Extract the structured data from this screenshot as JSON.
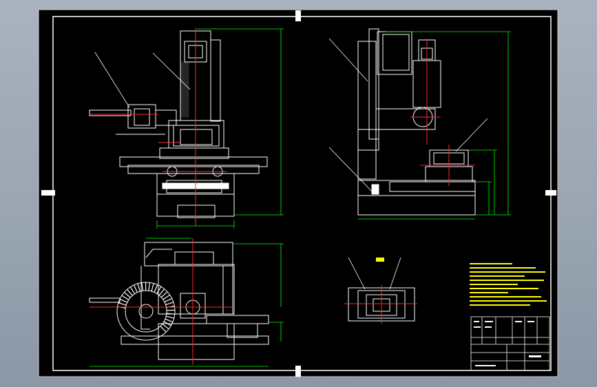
{
  "viewport": {
    "background": "#9aa5b2",
    "sheet_color": "#000000",
    "line_color": "#ffffff",
    "centerline_color": "#ff2a2a",
    "dimension_color": "#00ff00",
    "note_color": "#ffff00"
  },
  "views": {
    "front": {
      "title": "front-elevation"
    },
    "side": {
      "title": "side-elevation"
    },
    "plan": {
      "title": "plan-view"
    },
    "detail": {
      "title": "section-detail"
    }
  },
  "title_block": {
    "drawing_name": "",
    "icon": "title-block-table"
  }
}
